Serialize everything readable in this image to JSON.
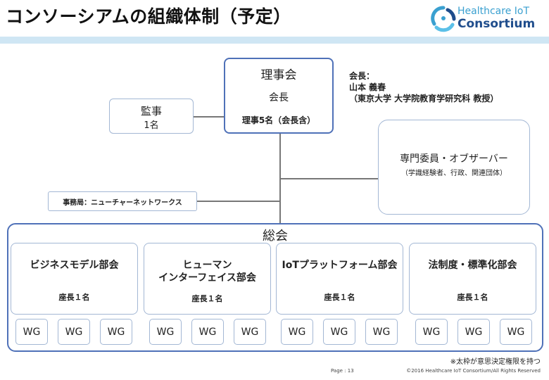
{
  "title": "コンソーシアムの組織体制（予定）",
  "logo": {
    "line1": "Healthcare IoT",
    "line2": "Consortium"
  },
  "board": {
    "name": "理事会",
    "head": "会長",
    "members": "理事5名（会長含）"
  },
  "chairman": {
    "label": "会長：",
    "name": "山本 義春",
    "affiliation": "（東京大学 大学院教育学研究科 教授）"
  },
  "auditor": {
    "name": "監事",
    "count": "1名"
  },
  "experts": {
    "name": "専門委員・オブザーバー",
    "sub": "（学識経験者、行政、関連団体）"
  },
  "secretariat": {
    "label": "事務局：ニューチャーネットワークス"
  },
  "assembly": {
    "name": "総会"
  },
  "committees": [
    {
      "line1": "ビジネスモデル部会",
      "line2": "",
      "chair": "座長１名"
    },
    {
      "line1": "ヒューマン",
      "line2": "インターフェイス部会",
      "chair": "座長１名"
    },
    {
      "line1": "IoTプラットフォーム部会",
      "line2": "",
      "chair": "座長１名"
    },
    {
      "line1": "法制度・標準化部会",
      "line2": "",
      "chair": "座長１名"
    }
  ],
  "wg_label": "WG",
  "footnote": "※太枠が意思決定権限を持つ",
  "footer": {
    "page": "Page : 13",
    "copyright": "©2016 Healthcare IoT Consortium/All Rights Reserved"
  },
  "colors": {
    "heavy_border": "#4f71b8",
    "light_border": "#a3b7d4",
    "band": "#cfe6f4",
    "logo_dark": "#1f4d8c",
    "logo_light": "#3aa0d0"
  }
}
